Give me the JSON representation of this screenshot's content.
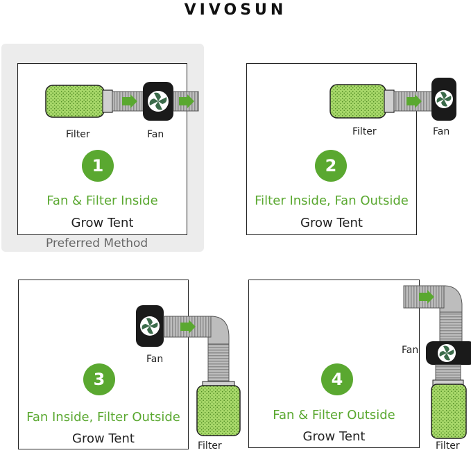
{
  "brand": "VIVOSUN",
  "colors": {
    "accent_green": "#5aa830",
    "filter_green": "#a8d86a",
    "duct_gray": "#b9b9b9",
    "fan_black": "#1a1a1a"
  },
  "panels": [
    {
      "number": "1",
      "method": "Fan & Filter Inside",
      "tent": "Grow Tent",
      "filter_label": "Filter",
      "fan_label": "Fan",
      "note": "Preferred Method"
    },
    {
      "number": "2",
      "method": "Filter Inside, Fan Outside",
      "tent": "Grow Tent",
      "filter_label": "Filter",
      "fan_label": "Fan"
    },
    {
      "number": "3",
      "method": "Fan Inside, Filter Outside",
      "tent": "Grow Tent",
      "fan_label": "Fan",
      "filter_label": "Filter"
    },
    {
      "number": "4",
      "method": "Fan & Filter Outside",
      "tent": "Grow Tent",
      "fan_label": "Fan",
      "filter_label": "Filter"
    }
  ]
}
